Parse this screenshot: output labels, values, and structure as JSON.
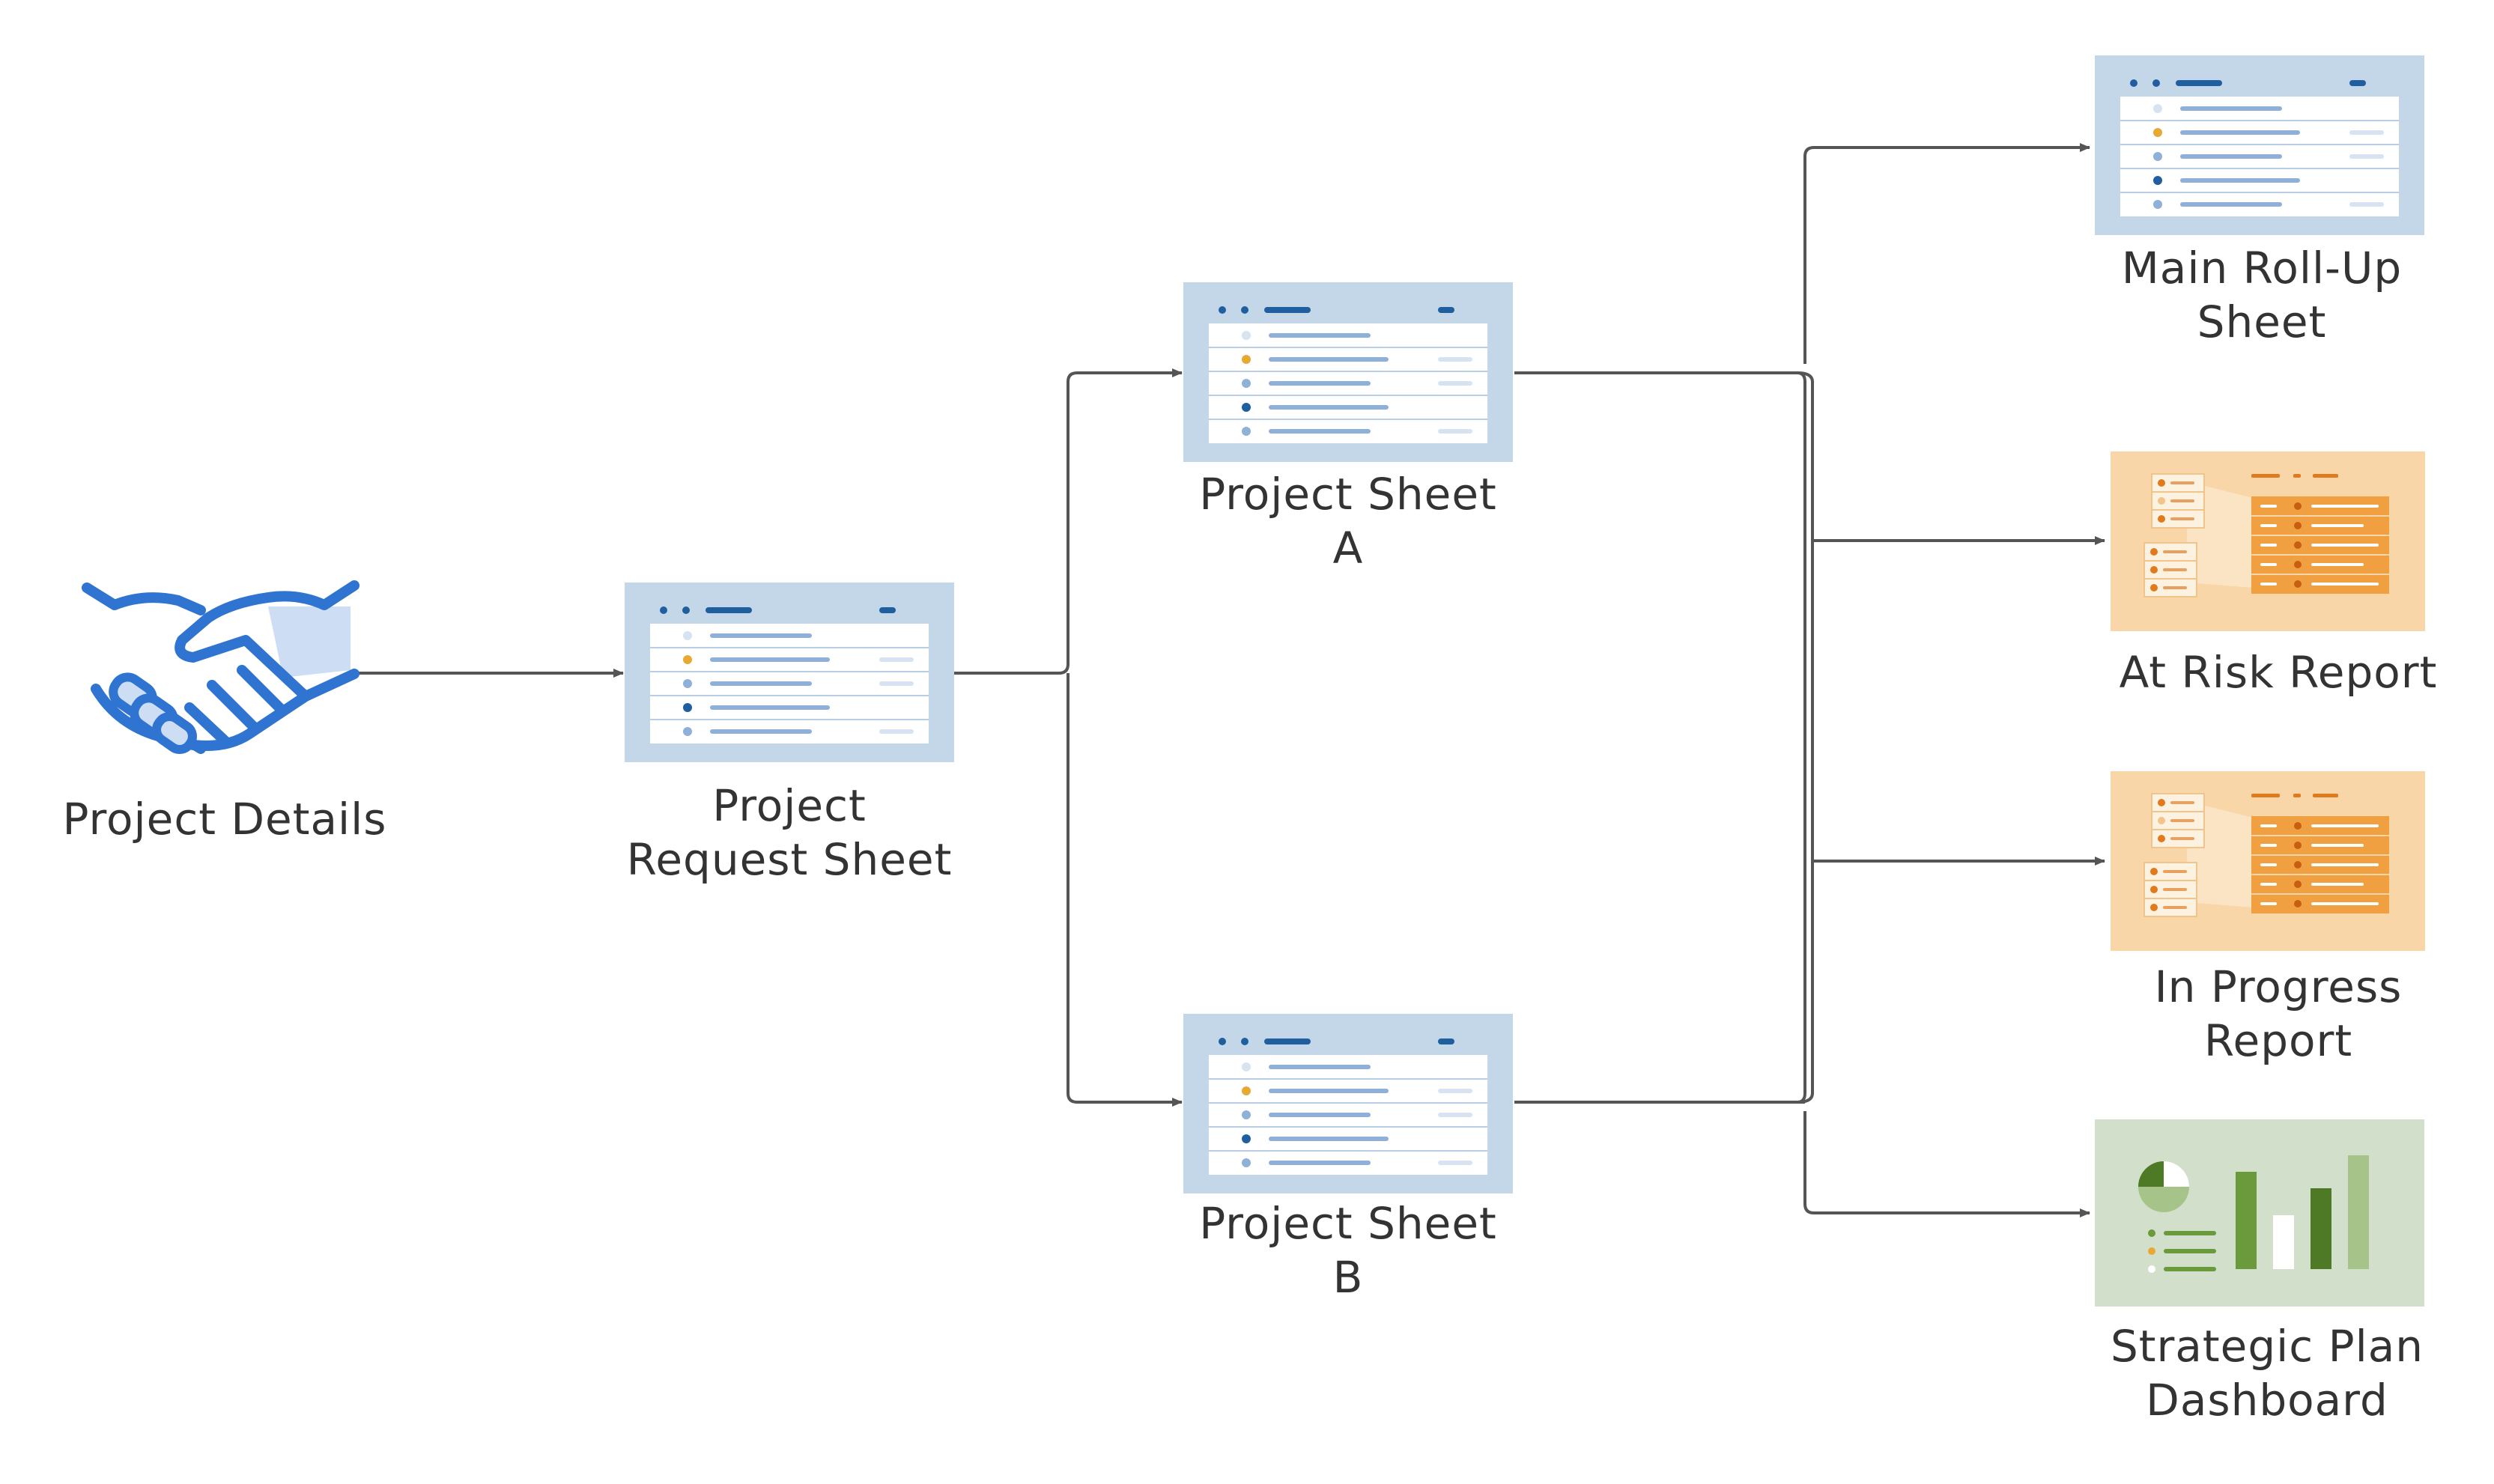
{
  "nodes": {
    "project_details": {
      "lines": [
        "Project Details"
      ]
    },
    "project_request": {
      "lines": [
        "Project",
        "Request Sheet"
      ]
    },
    "project_sheet_a": {
      "lines": [
        "Project Sheet",
        "A"
      ]
    },
    "project_sheet_b": {
      "lines": [
        "Project Sheet",
        "B"
      ]
    },
    "main_rollup": {
      "lines": [
        "Main Roll-Up",
        "Sheet"
      ]
    },
    "at_risk": {
      "lines": [
        "At Risk Report"
      ]
    },
    "in_progress": {
      "lines": [
        "In Progress",
        "Report"
      ]
    },
    "strategic_plan": {
      "lines": [
        "Strategic Plan",
        "Dashboard"
      ]
    }
  },
  "edges": [
    {
      "from": "project_details",
      "to": "project_request"
    },
    {
      "from": "project_request",
      "to": "project_sheet_a"
    },
    {
      "from": "project_request",
      "to": "project_sheet_b"
    },
    {
      "from": "project_sheet_a",
      "to": "main_rollup"
    },
    {
      "from": "project_sheet_a",
      "to": "at_risk"
    },
    {
      "from": "project_sheet_a",
      "to": "in_progress"
    },
    {
      "from": "project_sheet_a",
      "to": "strategic_plan"
    },
    {
      "from": "project_sheet_b",
      "to": "main_rollup"
    },
    {
      "from": "project_sheet_b",
      "to": "at_risk"
    },
    {
      "from": "project_sheet_b",
      "to": "in_progress"
    },
    {
      "from": "project_sheet_b",
      "to": "strategic_plan"
    }
  ],
  "colors": {
    "sheet_bg": "#c3d7e8",
    "sheet_dark": "#1f5fa0",
    "sheet_line": "#8fb0d8",
    "report_bg": "#f8d6a7",
    "report_orange": "#f0a040",
    "dash_bg": "#d2e0cb",
    "dash_green": "#6b9a3c",
    "handshake": "#2f74d0",
    "connector": "#555555"
  }
}
